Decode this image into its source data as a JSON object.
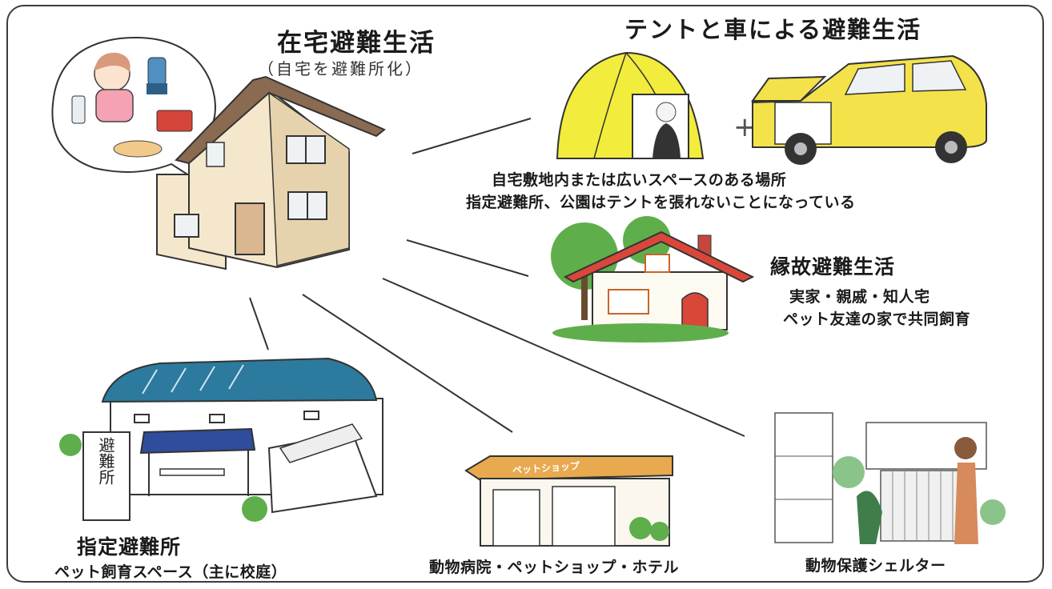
{
  "home": {
    "title": "在宅避難生活",
    "subtitle": "（自宅を避難所化）"
  },
  "tent_car": {
    "title": "テントと車による避難生活",
    "line1": "自宅敷地内または広いスペースのある場所",
    "line2": "指定避難所、公園はテントを張れないことになっている"
  },
  "relatives": {
    "title": "縁故避難生活",
    "line1": "実家・親戚・知人宅",
    "line2": "ペット友達の家で共同飼育"
  },
  "shelter": {
    "sign": "避難所",
    "title": "指定避難所",
    "line1": "ペット飼育スペース（主に校庭）"
  },
  "shop": {
    "sign": "ペットショップ",
    "label": "動物病院・ペットショップ・ホテル"
  },
  "rescue": {
    "label": "動物保護シェルター"
  },
  "colors": {
    "tent": "#f2ec3c",
    "car": "#f4e24a",
    "roof_red": "#d9473a",
    "tree_green": "#5fae4c",
    "school_roof": "#2c7a9e",
    "canopy": "#2f4d9c",
    "wall_beige": "#f3e6c8",
    "roof_brown": "#8a6a50"
  }
}
